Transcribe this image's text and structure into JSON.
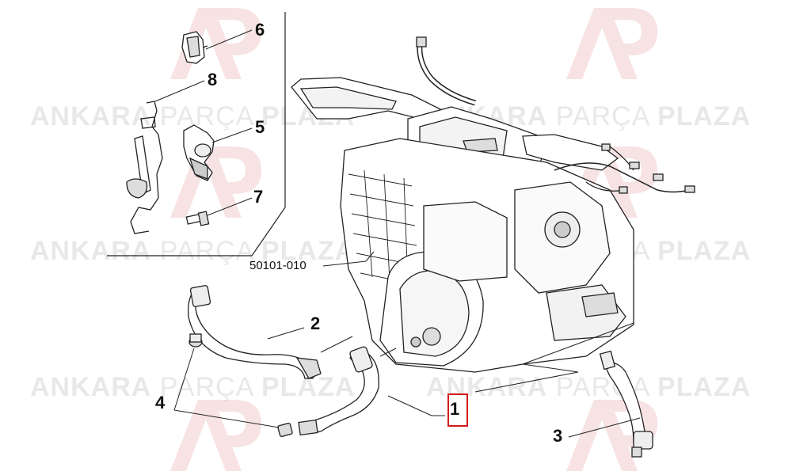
{
  "callouts": {
    "c1": "1",
    "c2": "2",
    "c3": "3",
    "c4": "4",
    "c5": "5",
    "c6": "6",
    "c7": "7",
    "c8": "8"
  },
  "reference_code": "50101-010",
  "watermark": {
    "word1": "ANKARA",
    "word2": "PARÇA",
    "word3": "PLAZA",
    "logo": "AP"
  },
  "colors": {
    "line": "#222222",
    "highlight": "#d11a1a",
    "watermark_logo": "#e9b7b7",
    "watermark_text": "#c8c8c8"
  },
  "highlighted_callout": "1"
}
